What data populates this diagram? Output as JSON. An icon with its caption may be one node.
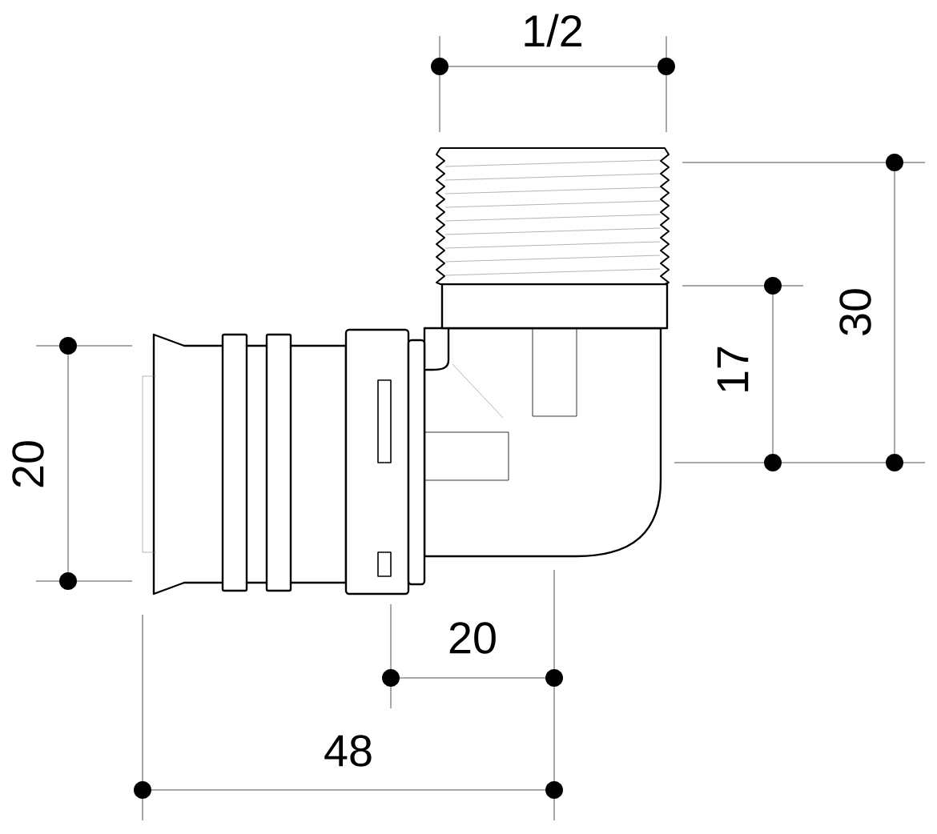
{
  "diagram": {
    "labels": [
      "1/2",
      "30",
      "17",
      "20",
      "20",
      "48"
    ]
  }
}
